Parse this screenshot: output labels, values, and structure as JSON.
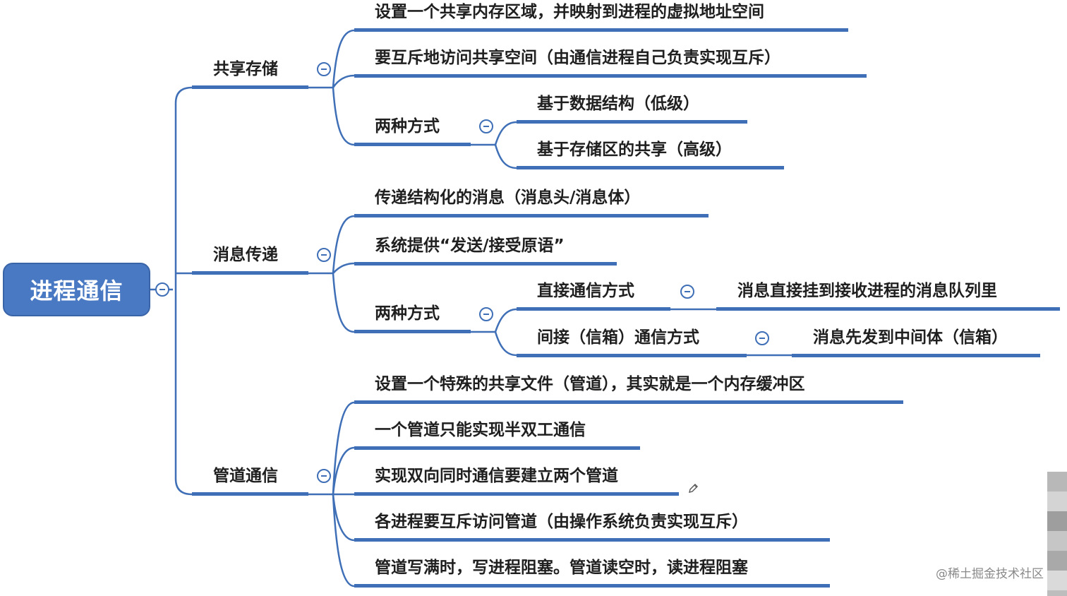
{
  "root": {
    "label": "进程通信"
  },
  "branches": [
    {
      "label": "共享存储",
      "children": [
        {
          "label": "设置一个共享内存区域，并映射到进程的虚拟地址空间"
        },
        {
          "label": "要互斥地访问共享空间（由通信进程自己负责实现互斥）"
        },
        {
          "label": "两种方式",
          "children": [
            {
              "label": "基于数据结构（低级）"
            },
            {
              "label": "基于存储区的共享（高级）"
            }
          ]
        }
      ]
    },
    {
      "label": "消息传递",
      "children": [
        {
          "label": "传递结构化的消息（消息头/消息体）"
        },
        {
          "label": "系统提供“发送/接受原语”"
        },
        {
          "label": "两种方式",
          "children": [
            {
              "label": "直接通信方式",
              "children": [
                {
                  "label": "消息直接挂到接收进程的消息队列里"
                }
              ]
            },
            {
              "label": "间接（信箱）通信方式",
              "children": [
                {
                  "label": "消息先发到中间体（信箱）"
                }
              ]
            }
          ]
        }
      ]
    },
    {
      "label": "管道通信",
      "children": [
        {
          "label": "设置一个特殊的共享文件（管道），其实就是一个内存缓冲区"
        },
        {
          "label": "一个管道只能实现半双工通信"
        },
        {
          "label": "实现双向同时通信要建立两个管道"
        },
        {
          "label": "各进程要互斥访问管道（由操作系统负责实现互斥）"
        },
        {
          "label": "管道写满时，写进程阻塞。管道读空时，读进程阻塞"
        }
      ]
    }
  ],
  "watermark": "@稀土掘金技术社区",
  "colors": {
    "accent": "#3f6fb6",
    "root_fill": "#4a79c3",
    "text": "#1f1f1f"
  },
  "icons": {
    "collapse": "collapse-minus-icon",
    "cursor": "pencil-cursor-icon"
  }
}
